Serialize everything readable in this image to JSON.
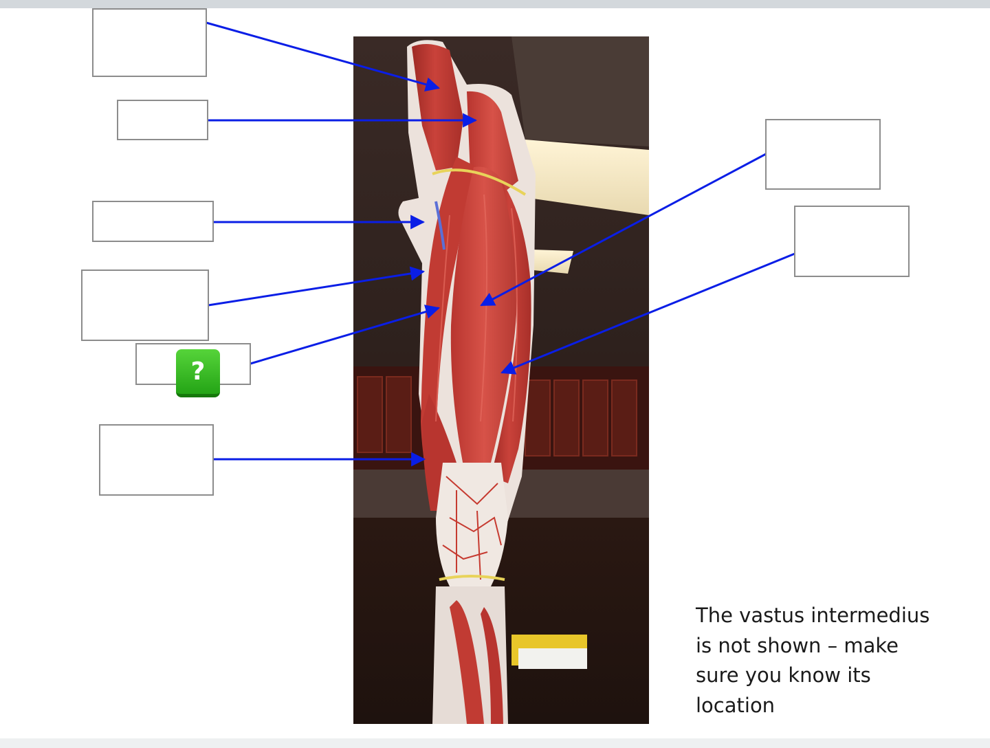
{
  "diagram": {
    "label_boxes": [
      {
        "id": "box-1",
        "text": ""
      },
      {
        "id": "box-2",
        "text": ""
      },
      {
        "id": "box-3",
        "text": ""
      },
      {
        "id": "box-4",
        "text": ""
      },
      {
        "id": "box-5",
        "text": ""
      },
      {
        "id": "box-6",
        "text": ""
      },
      {
        "id": "box-7",
        "text": ""
      },
      {
        "id": "box-8",
        "text": ""
      }
    ],
    "hint_button": {
      "label": "?"
    },
    "note_lines": [
      "The vastus intermedius",
      "is not shown – make",
      "sure you know its",
      "location"
    ],
    "colors": {
      "arrow": "#0a1ee6",
      "hint_green": "#2db81f",
      "box_border": "#8c8c8c"
    }
  }
}
